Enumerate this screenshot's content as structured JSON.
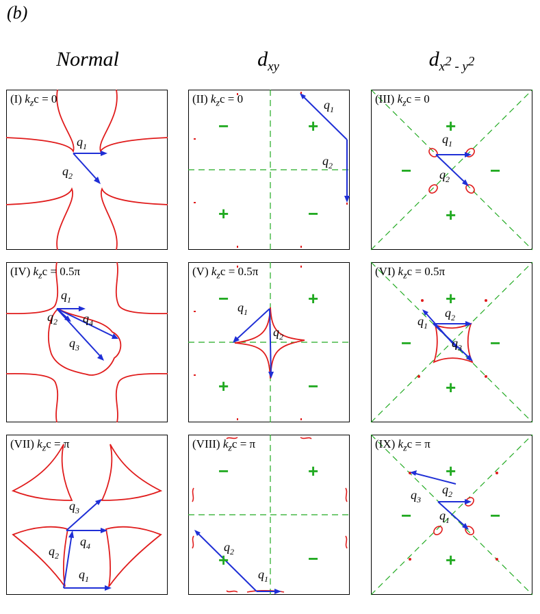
{
  "figure_label": "(b)",
  "columns": {
    "normal": "Normal",
    "dxy_main": "d",
    "dxy_sub": "xy",
    "dx2y2_main": "d",
    "dx2y2_sub_x": "x",
    "dx2y2_sup_1": "2",
    "dx2y2_mid": " - y",
    "dx2y2_sup_2": "2"
  },
  "panels": [
    {
      "id": "I",
      "roman": "(I)",
      "kc": "c = 0"
    },
    {
      "id": "II",
      "roman": "(II)",
      "kc": "c = 0"
    },
    {
      "id": "III",
      "roman": "(III)",
      "kc": "c = 0"
    },
    {
      "id": "IV",
      "roman": "(IV)",
      "kc": "c = 0.5π"
    },
    {
      "id": "V",
      "roman": "(V)",
      "kc": "c = 0.5π"
    },
    {
      "id": "VI",
      "roman": "(VI)",
      "kc": "c = 0.5π"
    },
    {
      "id": "VII",
      "roman": "(VII)",
      "kc": "c = π"
    },
    {
      "id": "VIII",
      "roman": "(VIII)",
      "kc": "c = π"
    },
    {
      "id": "IX",
      "roman": "(IX)",
      "kc": "c = π"
    }
  ],
  "kz_symbol": "k",
  "kz_sub": "z",
  "q": "q",
  "q_subs": [
    "1",
    "2",
    "3",
    "4"
  ],
  "signs": {
    "plus": "+",
    "minus": "−"
  },
  "colors": {
    "fermi_surface": "#e01b1b",
    "vector": "#1f2fd6",
    "node_line": "#22aa22"
  }
}
